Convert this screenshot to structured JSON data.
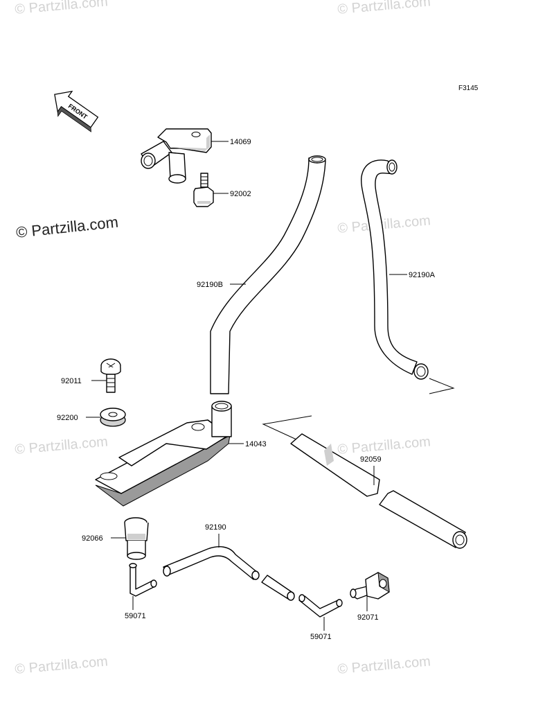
{
  "figure_code": "F3145",
  "front_arrow_label": "FRONT",
  "watermark_text": "© Partzilla.com",
  "watermark_color": "#d3d3d3",
  "parts": [
    {
      "id": "14069",
      "label": "14069"
    },
    {
      "id": "92002",
      "label": "92002"
    },
    {
      "id": "92190B",
      "label": "92190B"
    },
    {
      "id": "92190A",
      "label": "92190A"
    },
    {
      "id": "92011",
      "label": "92011"
    },
    {
      "id": "92200",
      "label": "92200"
    },
    {
      "id": "14043",
      "label": "14043"
    },
    {
      "id": "92059",
      "label": "92059"
    },
    {
      "id": "92066",
      "label": "92066"
    },
    {
      "id": "92190",
      "label": "92190"
    },
    {
      "id": "59071a",
      "label": "59071"
    },
    {
      "id": "59071b",
      "label": "59071"
    },
    {
      "id": "92071",
      "label": "92071"
    }
  ]
}
